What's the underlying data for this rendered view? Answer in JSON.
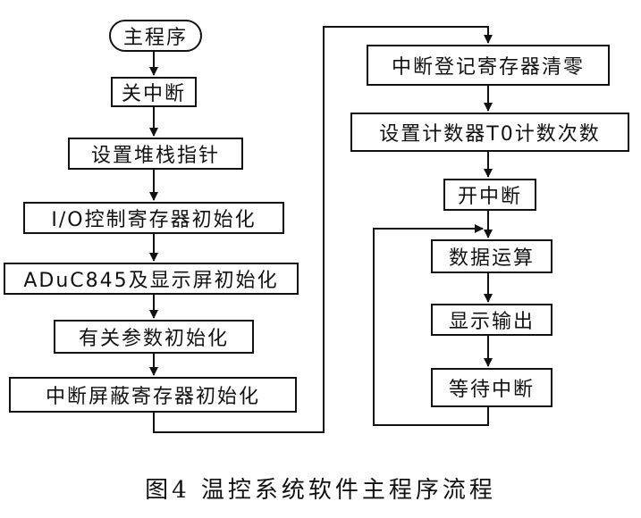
{
  "flowchart": {
    "left_column": [
      "主程序",
      "关中断",
      "设置堆栈指针",
      "I/O控制寄存器初始化",
      "ADuC845及显示屏初始化",
      "有关参数初始化",
      "中断屏蔽寄存器初始化"
    ],
    "right_column": [
      "中断登记寄存器清零",
      "设置计数器T0计数次数",
      "开中断",
      "数据运算",
      "显示输出",
      "等待中断"
    ]
  },
  "caption": "图4   温控系统软件主程序流程"
}
